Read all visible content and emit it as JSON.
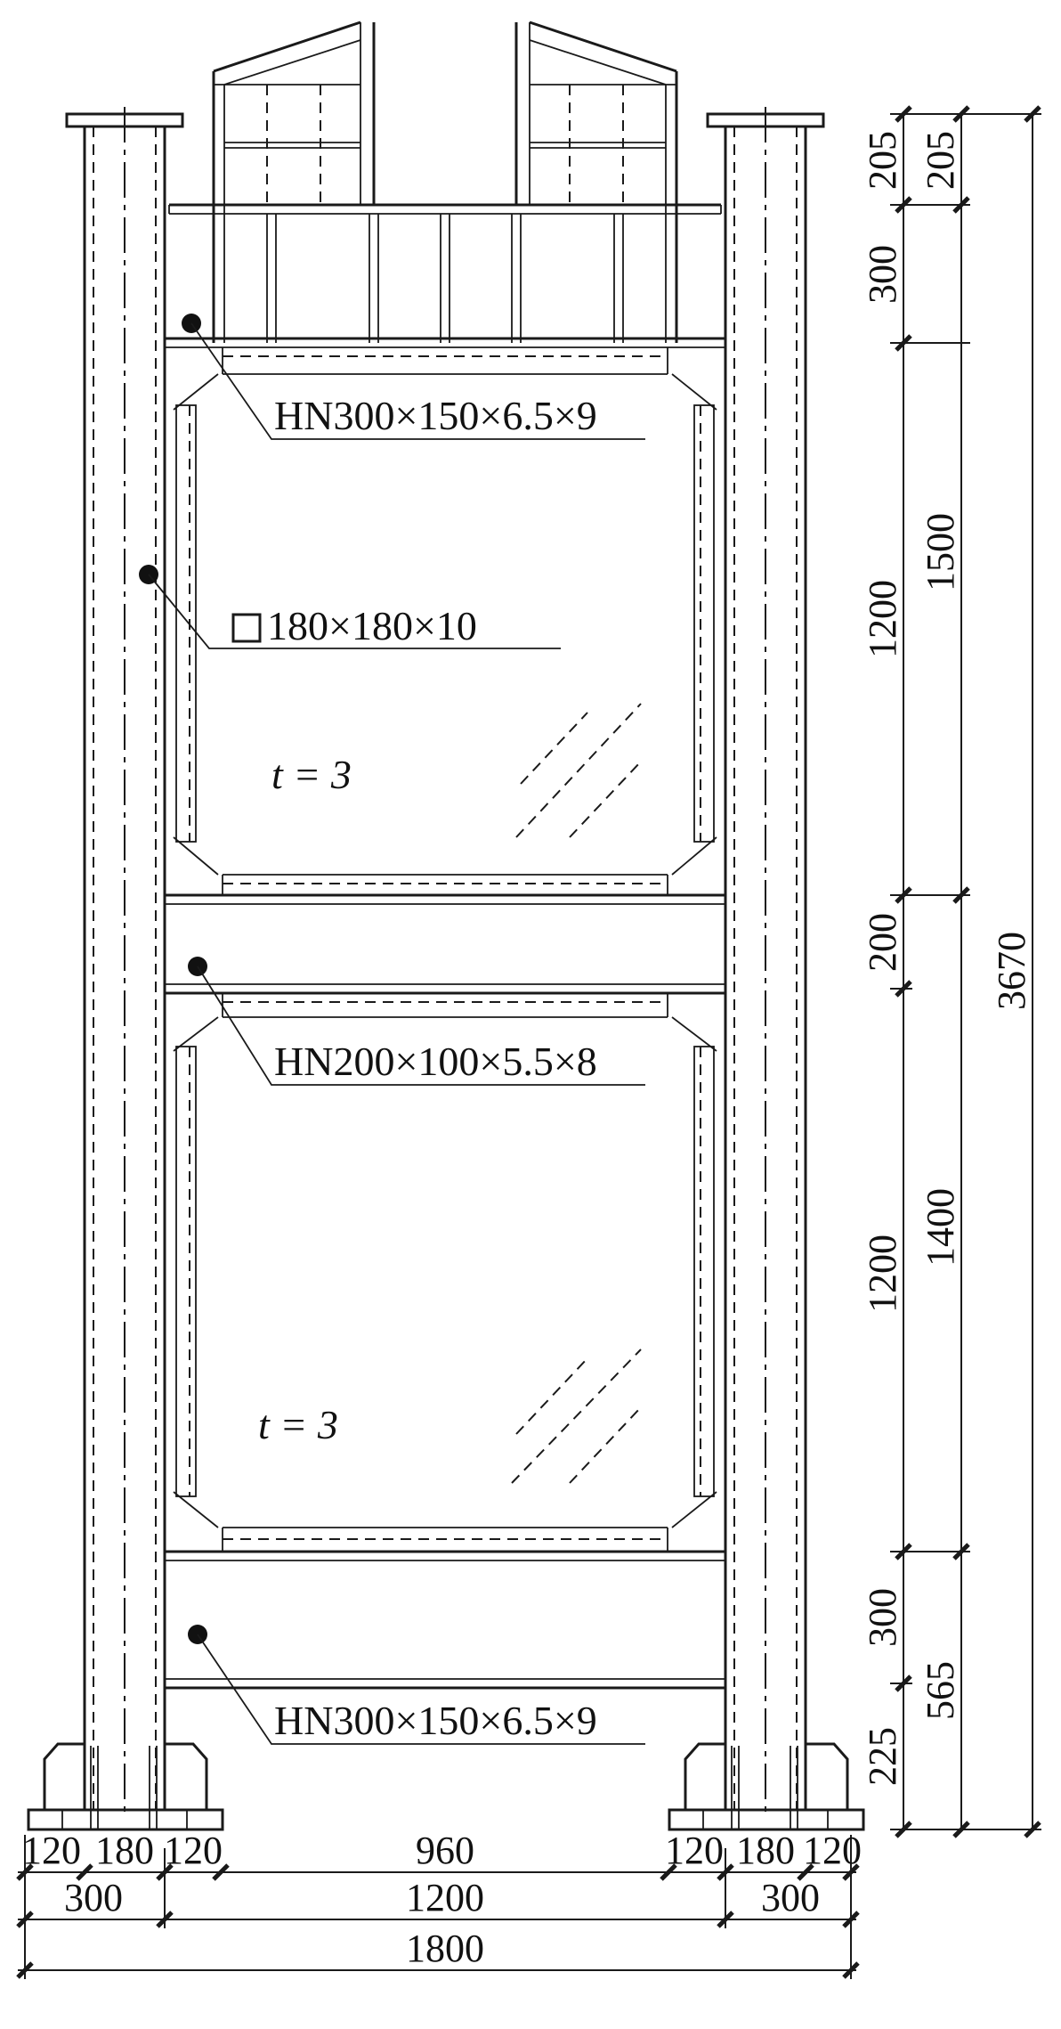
{
  "labels": {
    "beam_top": "HN300×150×6.5×9",
    "column": "180×180×10",
    "beam_mid": "HN200×100×5.5×8",
    "beam_bottom": "HN300×150×6.5×9",
    "plate_upper": "t = 3",
    "plate_lower": "t = 3"
  },
  "dimensions": {
    "right_col1": [
      "205",
      "300",
      "1200",
      "200",
      "1200",
      "300",
      "225"
    ],
    "right_col2": [
      "205",
      "1500",
      "1400",
      "565"
    ],
    "right_total": "3670",
    "bottom_row1": [
      "120",
      "180",
      "120",
      "960",
      "120",
      "180",
      "120"
    ],
    "bottom_row2": [
      "300",
      "1200",
      "300"
    ],
    "bottom_total": "1800"
  }
}
